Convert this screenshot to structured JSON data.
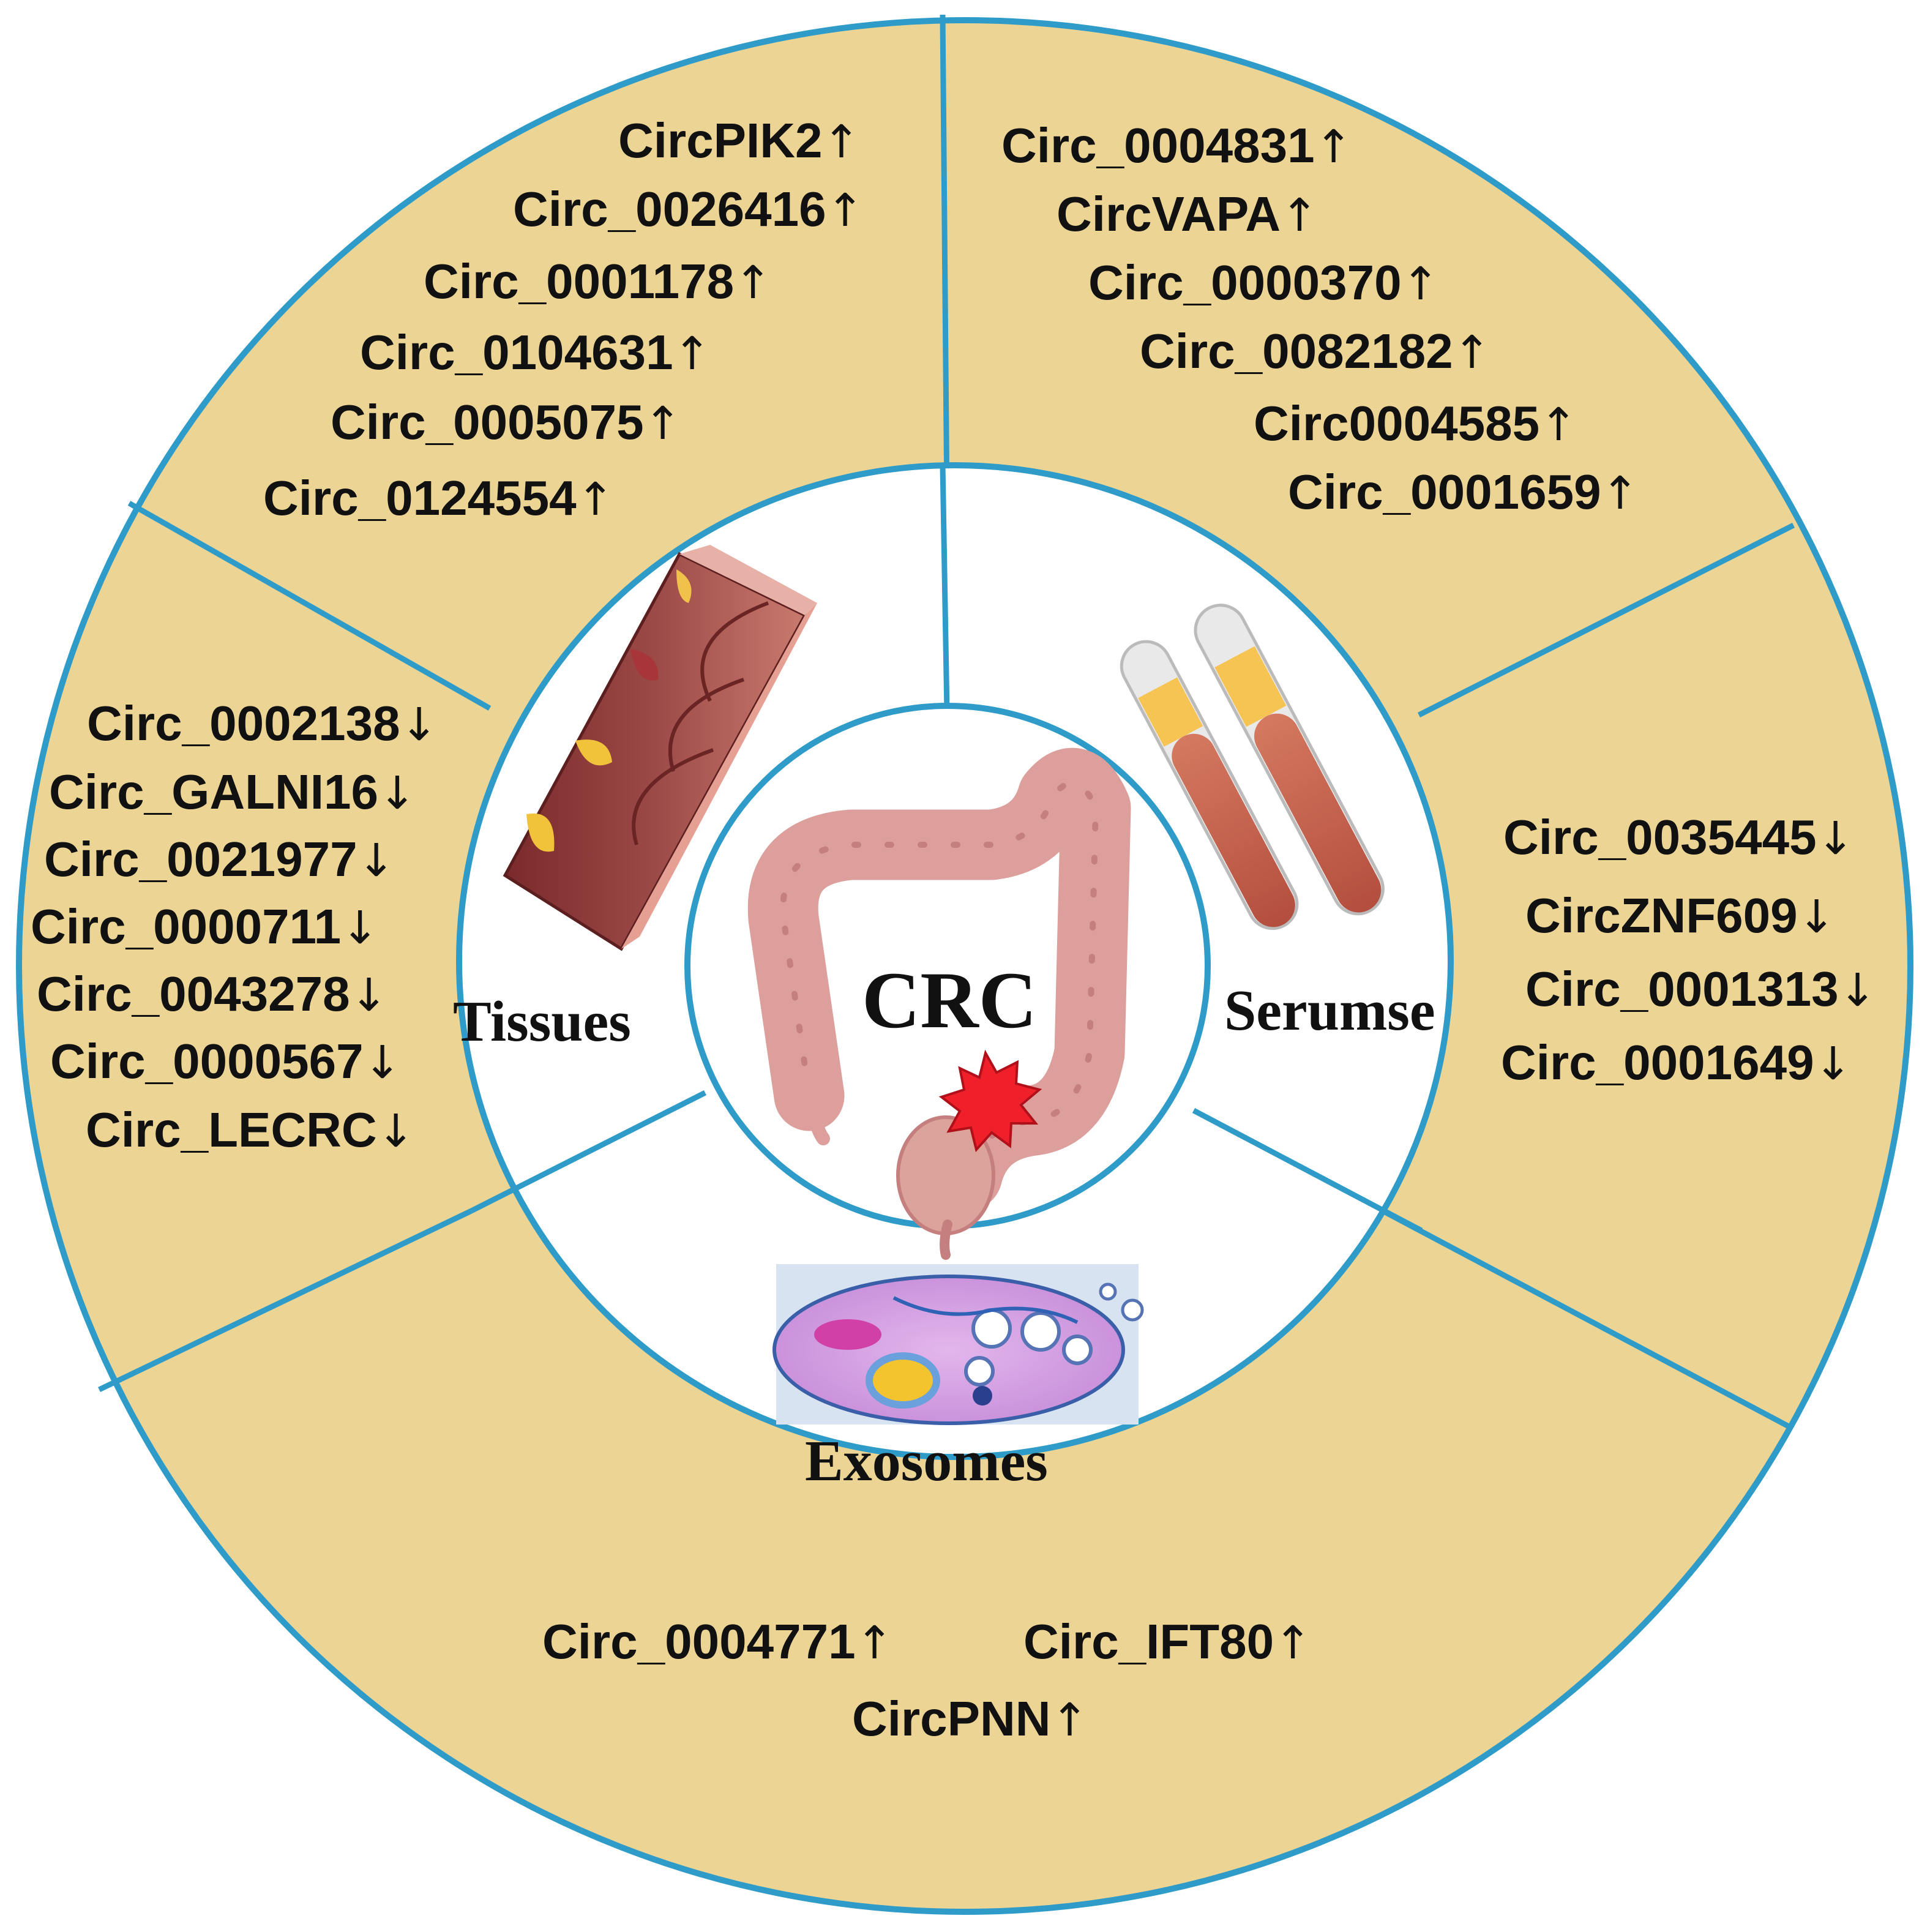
{
  "colors": {
    "ring_fill": "#ecd594",
    "ring_stroke": "#2f9bc9",
    "inner_fill": "#ffffff"
  },
  "center": {
    "label": "CRC"
  },
  "sections": {
    "tissues": {
      "label": "Tissues",
      "up": [
        "CircPIK2",
        "Circ_0026416",
        "Circ_0001178",
        "Circ_0104631",
        "Circ_0005075",
        "Circ_0124554"
      ],
      "down": [
        "Circ_0002138",
        "Circ_GALNI16",
        "Circ_0021977",
        "Circ_0000711",
        "Circ_0043278",
        "Circ_0000567",
        "Circ_LECRC"
      ]
    },
    "serum": {
      "label": "Serumse",
      "up": [
        "Circ_0004831",
        "CircVAPA",
        "Circ_0000370",
        "Circ_0082182",
        "Circ0004585",
        "Circ_0001659"
      ],
      "down": [
        "Circ_0035445",
        "CircZNF609",
        "Circ_0001313",
        "Circ_0001649"
      ]
    },
    "exosomes": {
      "label": "Exosomes",
      "up": [
        "Circ_0004771",
        "Circ_IFT80",
        "CircPNN"
      ]
    }
  },
  "symbols": {
    "up": "↑",
    "down": "↓"
  },
  "icons": [
    "colon-tissue-icon",
    "blood-tube-icon",
    "colon-icon",
    "tumor-burst-icon",
    "exosome-cell-icon"
  ]
}
